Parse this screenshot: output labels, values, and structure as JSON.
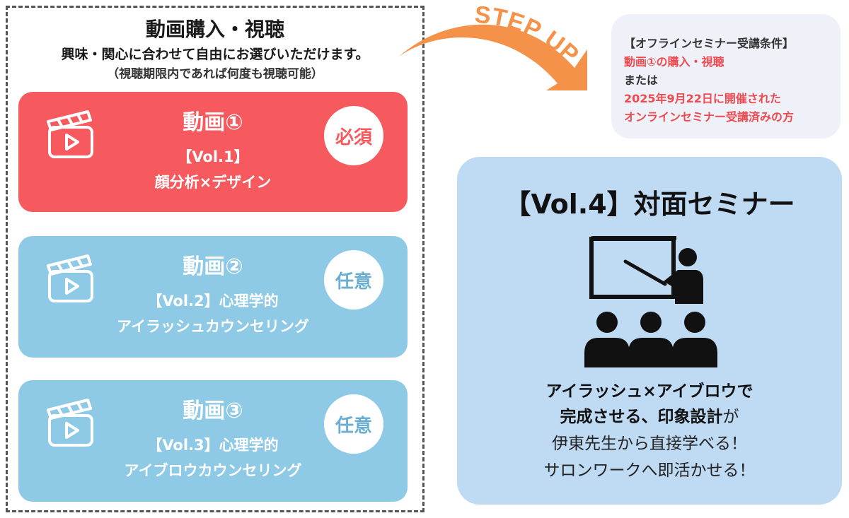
{
  "left": {
    "title": "動画購入・視聴",
    "subtitle": "興味・関心に合わせて自由にお選びいただけます。",
    "note": "（視聴期限内であれば何度も視聴可能）"
  },
  "cards": [
    {
      "title": "動画①",
      "line1": "【Vol.1】",
      "line2": "顔分析×デザイン",
      "badge": "必須",
      "icon": "video-clapper-icon",
      "color": "#f65a5e"
    },
    {
      "title": "動画②",
      "line1": "【Vol.2】心理学的",
      "line2": "アイラッシュカウンセリング",
      "badge": "任意",
      "icon": "video-clapper-icon",
      "color": "#8ecae6"
    },
    {
      "title": "動画③",
      "line1": "【Vol.3】心理学的",
      "line2": "アイブロウカウンセリング",
      "badge": "任意",
      "icon": "video-clapper-icon",
      "color": "#8ecae6"
    }
  ],
  "arrow": {
    "label": "STEP UP",
    "color": "#f5924a",
    "icon": "curved-arrow-icon"
  },
  "condition": {
    "header": "【オフラインセミナー受講条件】",
    "line1": "動画①の購入・視聴",
    "line2": "または",
    "line3": "2025年9月22日に開催された",
    "line4": "オンラインセミナー受講済みの方"
  },
  "seminar": {
    "title": "【Vol.4】対面セミナー",
    "icon": "presentation-audience-icon",
    "line1": "アイラッシュ×アイブロウで",
    "line2_bold": "完成させる、印象設計",
    "line2_tail": "が",
    "line3": "伊東先生から直接学べる！",
    "line4": "サロンワークへ即活かせる！"
  }
}
